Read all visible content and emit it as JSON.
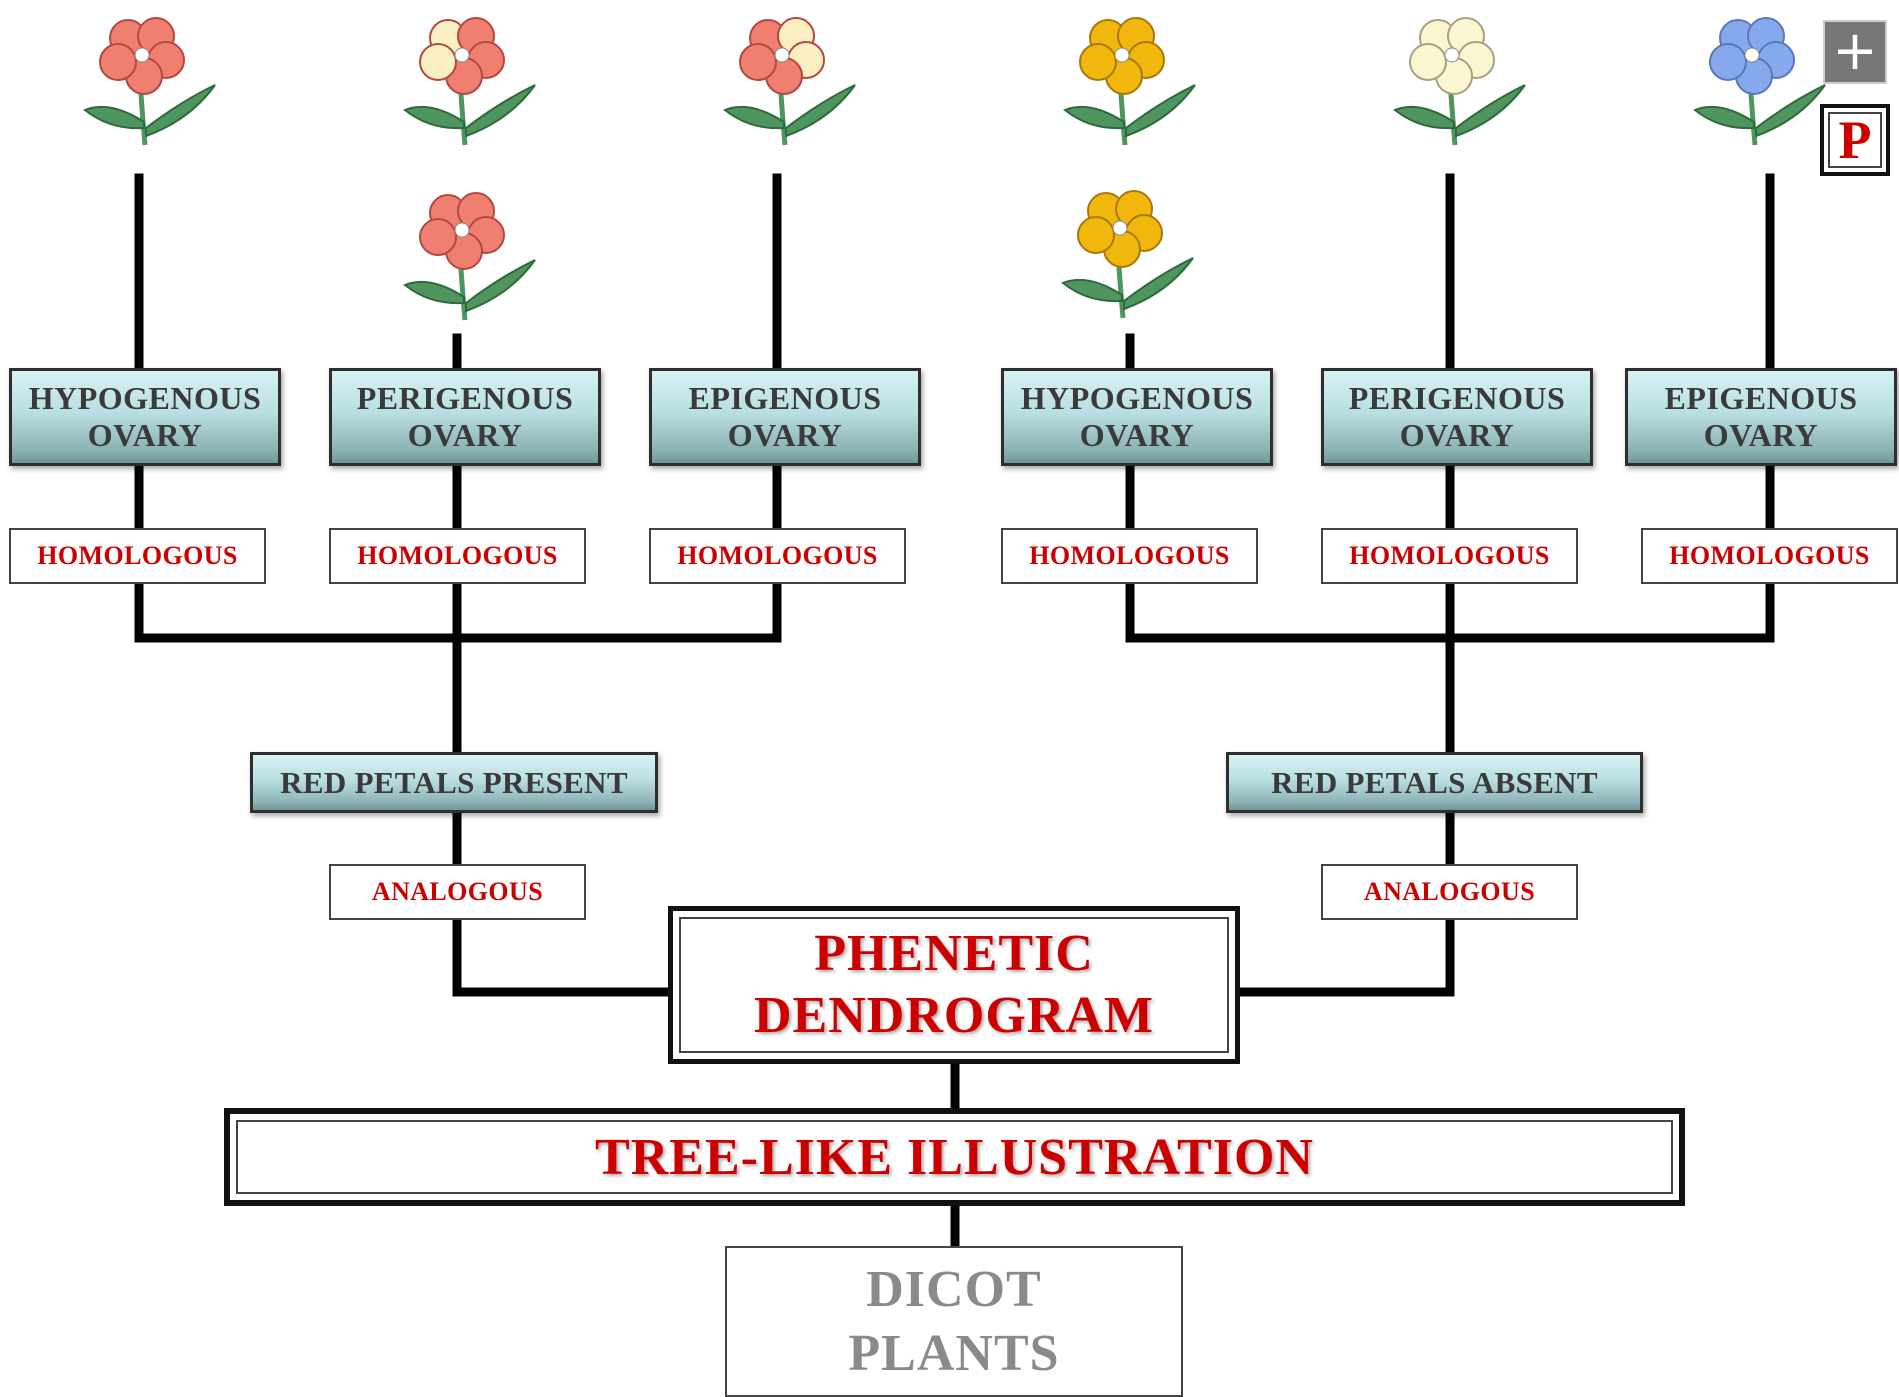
{
  "diagram": {
    "ovaries": [
      "HYPOGENOUS OVARY",
      "PERIGENOUS OVARY",
      "EPIGENOUS OVARY",
      "HYPOGENOUS OVARY",
      "PERIGENOUS OVARY",
      "EPIGENOUS OVARY"
    ],
    "ovary_lines": [
      [
        "HYPOGENOUS",
        "OVARY"
      ],
      [
        "PERIGENOUS",
        "OVARY"
      ],
      [
        "EPIGENOUS",
        "OVARY"
      ],
      [
        "HYPOGENOUS",
        "OVARY"
      ],
      [
        "PERIGENOUS",
        "OVARY"
      ],
      [
        "EPIGENOUS",
        "OVARY"
      ]
    ],
    "homologous_label": "HOMOLOGOUS",
    "red_petals_present": "RED PETALS PRESENT",
    "red_petals_absent": "RED PETALS ABSENT",
    "analogous_label": "ANALOGOUS",
    "phenetic_lines": [
      "PHENETIC",
      "DENDROGRAM"
    ],
    "tree_label": "TREE-LIKE ILLUSTRATION",
    "dicot_lines": [
      "DICOT",
      "PLANTS"
    ]
  },
  "flowers": {
    "top_row": [
      "coral-red",
      "coral-with-cream",
      "cream-with-coral",
      "golden-yellow",
      "cream-white",
      "light-blue"
    ],
    "second_row": [
      "coral-red",
      "golden-yellow"
    ]
  },
  "colors": {
    "label_red": "#cc0000",
    "box_teal": "#b9dfe2",
    "line": "#000000",
    "dicot_gray": "#8a8a8a",
    "coral": "#f07f72",
    "cream": "#fbeec2",
    "yellow": "#f2b70c",
    "blue": "#86a9ee",
    "leaf": "#4f9560"
  },
  "controls": {
    "plus_label": "+",
    "p_label": "P"
  }
}
